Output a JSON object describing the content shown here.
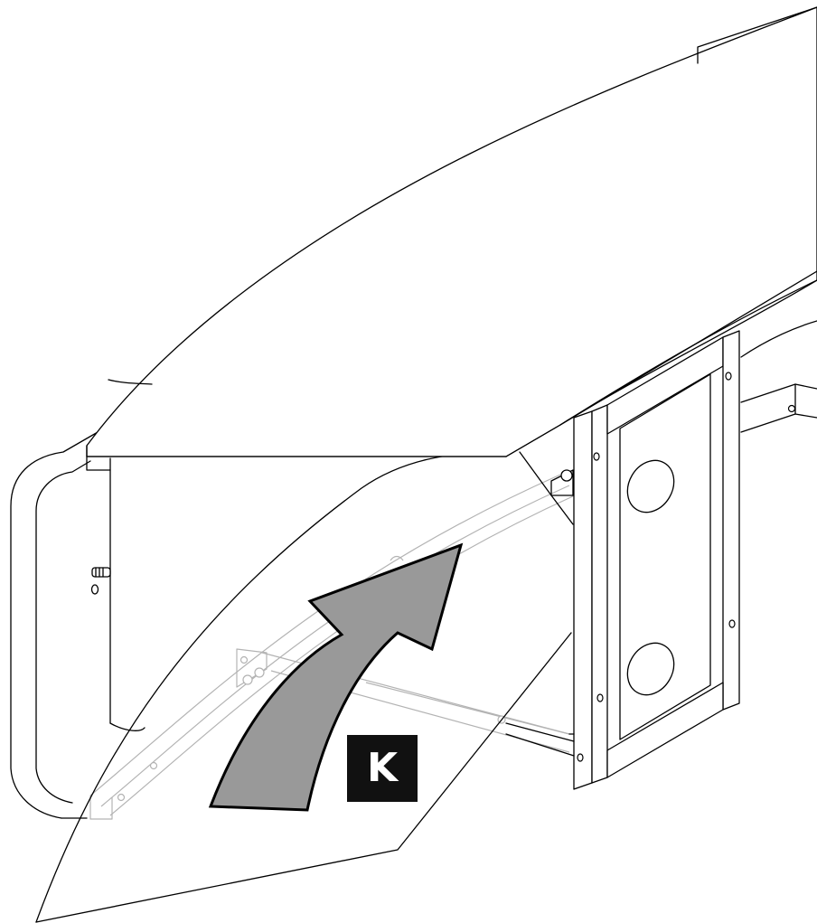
{
  "diagram": {
    "callout_label": "K",
    "colors": {
      "line": "#000000",
      "hidden_line": "#b3b3b3",
      "arrow_fill": "#999999",
      "label_background": "#111111",
      "label_text": "#ffffff"
    },
    "parts": [
      "curved-hood-cover",
      "tubular-handle",
      "side-panel",
      "inner-curved-rail",
      "rear-frame",
      "side-bracket-arm",
      "rotation-arrow"
    ]
  }
}
